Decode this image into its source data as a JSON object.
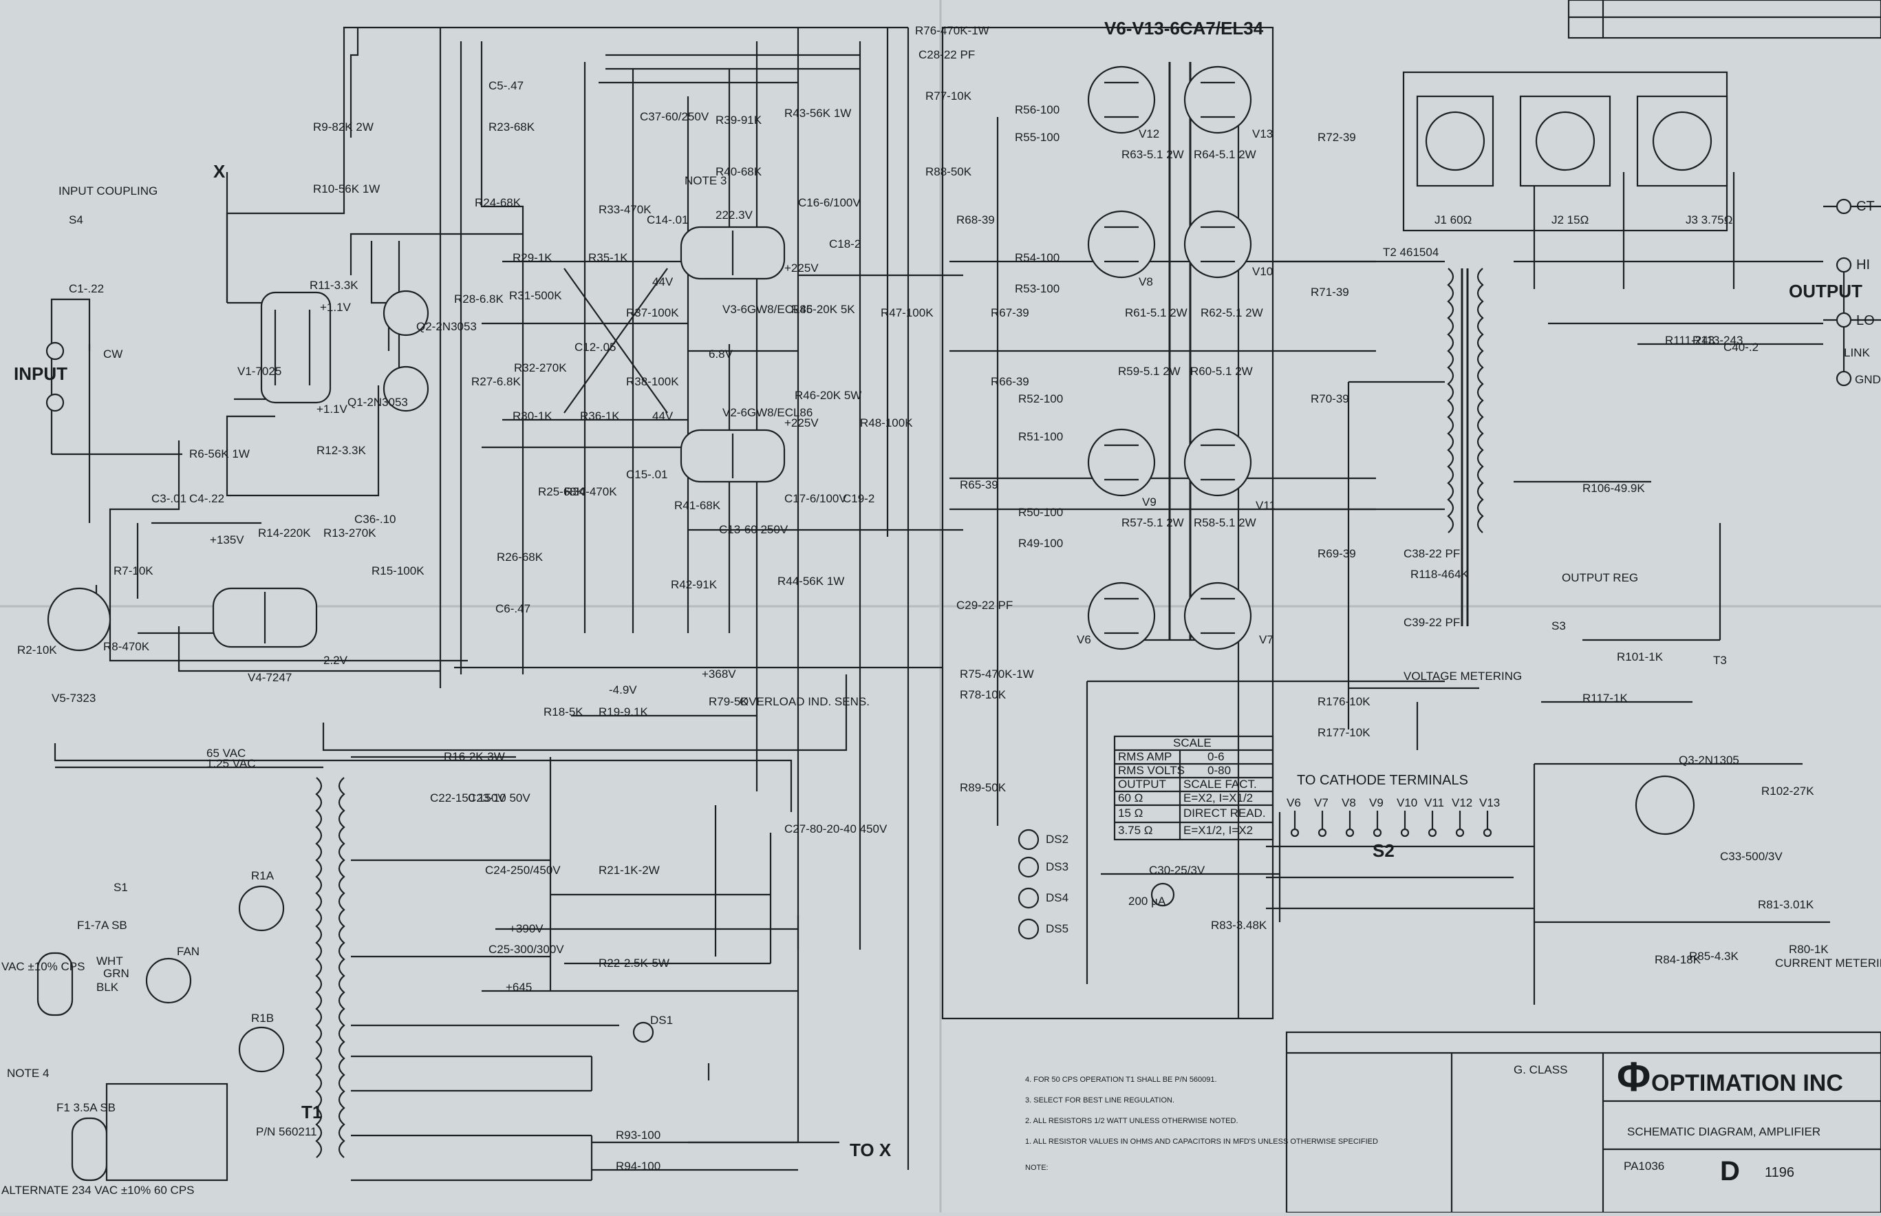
{
  "tube_bank_title": "V6-V13-6CA7/EL34",
  "components": [
    {
      "id": "V1",
      "ref": "V1",
      "value": "7025"
    },
    {
      "id": "V2",
      "ref": "V2",
      "value": "6GW8/ECL86"
    },
    {
      "id": "V3",
      "ref": "V3",
      "value": "6GW8/ECL86"
    },
    {
      "id": "V4",
      "ref": "V4",
      "value": "7247"
    },
    {
      "id": "V5",
      "ref": "V5",
      "value": "7323"
    },
    {
      "id": "V6",
      "ref": "V6",
      "value": ""
    },
    {
      "id": "V7",
      "ref": "V7",
      "value": ""
    },
    {
      "id": "V8",
      "ref": "V8",
      "value": ""
    },
    {
      "id": "V9",
      "ref": "V9",
      "value": ""
    },
    {
      "id": "V10",
      "ref": "V10",
      "value": ""
    },
    {
      "id": "V11",
      "ref": "V11",
      "value": ""
    },
    {
      "id": "V12",
      "ref": "V12",
      "value": ""
    },
    {
      "id": "V13",
      "ref": "V13",
      "value": ""
    },
    {
      "id": "Q1",
      "ref": "Q1",
      "value": "2N3053"
    },
    {
      "id": "Q2",
      "ref": "Q2",
      "value": "2N3053"
    },
    {
      "id": "Q3",
      "ref": "Q3",
      "value": "2N1305"
    },
    {
      "id": "R2",
      "ref": "R2",
      "value": "10K"
    },
    {
      "id": "R6",
      "ref": "R6",
      "value": "56K 1W"
    },
    {
      "id": "R7",
      "ref": "R7",
      "value": "10K"
    },
    {
      "id": "R8",
      "ref": "R8",
      "value": "470K"
    },
    {
      "id": "R9",
      "ref": "R9",
      "value": "82K 2W"
    },
    {
      "id": "R10",
      "ref": "R10",
      "value": "56K 1W"
    },
    {
      "id": "R11",
      "ref": "R11",
      "value": "3.3K"
    },
    {
      "id": "R12",
      "ref": "R12",
      "value": "3.3K"
    },
    {
      "id": "R14",
      "ref": "R14",
      "value": "220K"
    },
    {
      "id": "R13",
      "ref": "R13",
      "value": "270K"
    },
    {
      "id": "R15",
      "ref": "R15",
      "value": "100K"
    },
    {
      "id": "R16",
      "ref": "R16",
      "value": "2K-3W"
    },
    {
      "id": "R18",
      "ref": "R18",
      "value": "5K"
    },
    {
      "id": "R19",
      "ref": "R19",
      "value": "9.1K"
    },
    {
      "id": "R21",
      "ref": "R21",
      "value": "1K-2W"
    },
    {
      "id": "R22",
      "ref": "R22",
      "value": "2.5K-5W"
    },
    {
      "id": "R23",
      "ref": "R23",
      "value": "68K"
    },
    {
      "id": "R24",
      "ref": "R24",
      "value": "68K"
    },
    {
      "id": "R25",
      "ref": "R25",
      "value": "68K"
    },
    {
      "id": "R26",
      "ref": "R26",
      "value": "68K"
    },
    {
      "id": "R27",
      "ref": "R27",
      "value": "6.8K"
    },
    {
      "id": "R28",
      "ref": "R28",
      "value": "6.8K"
    },
    {
      "id": "R29",
      "ref": "R29",
      "value": "1K"
    },
    {
      "id": "R30",
      "ref": "R30",
      "value": "1K"
    },
    {
      "id": "R31",
      "ref": "R31",
      "value": "500K"
    },
    {
      "id": "R32",
      "ref": "R32",
      "value": "270K"
    },
    {
      "id": "R33",
      "ref": "R33",
      "value": "470K"
    },
    {
      "id": "R34",
      "ref": "R34",
      "value": "470K"
    },
    {
      "id": "R35",
      "ref": "R35",
      "value": "1K"
    },
    {
      "id": "R36",
      "ref": "R36",
      "value": "1K"
    },
    {
      "id": "R37",
      "ref": "R37",
      "value": "100K"
    },
    {
      "id": "R38",
      "ref": "R38",
      "value": "100K"
    },
    {
      "id": "R39",
      "ref": "R39",
      "value": "91K"
    },
    {
      "id": "R40",
      "ref": "R40",
      "value": "68K"
    },
    {
      "id": "R41",
      "ref": "R41",
      "value": "68K"
    },
    {
      "id": "R42",
      "ref": "R42",
      "value": "91K"
    },
    {
      "id": "R43",
      "ref": "R43",
      "value": "56K 1W"
    },
    {
      "id": "R44",
      "ref": "R44",
      "value": "56K 1W"
    },
    {
      "id": "R45",
      "ref": "R45",
      "value": "20K 5K"
    },
    {
      "id": "R46",
      "ref": "R46",
      "value": "20K 5W"
    },
    {
      "id": "R47",
      "ref": "R47",
      "value": "100K"
    },
    {
      "id": "R48",
      "ref": "R48",
      "value": "100K"
    },
    {
      "id": "R49",
      "ref": "R49",
      "value": "100"
    },
    {
      "id": "R50",
      "ref": "R50",
      "value": "100"
    },
    {
      "id": "R51",
      "ref": "R51",
      "value": "100"
    },
    {
      "id": "R52",
      "ref": "R52",
      "value": "100"
    },
    {
      "id": "R53",
      "ref": "R53",
      "value": "100"
    },
    {
      "id": "R54",
      "ref": "R54",
      "value": "100"
    },
    {
      "id": "R55",
      "ref": "R55",
      "value": "100"
    },
    {
      "id": "R56",
      "ref": "R56",
      "value": "100"
    },
    {
      "id": "R57",
      "ref": "R57",
      "value": "5.1 2W"
    },
    {
      "id": "R58",
      "ref": "R58",
      "value": "5.1 2W"
    },
    {
      "id": "R59",
      "ref": "R59",
      "value": "5.1 2W"
    },
    {
      "id": "R60",
      "ref": "R60",
      "value": "5.1 2W"
    },
    {
      "id": "R61",
      "ref": "R61",
      "value": "5.1 2W"
    },
    {
      "id": "R62",
      "ref": "R62",
      "value": "5.1 2W"
    },
    {
      "id": "R63",
      "ref": "R63",
      "value": "5.1 2W"
    },
    {
      "id": "R64",
      "ref": "R64",
      "value": "5.1 2W"
    },
    {
      "id": "R65",
      "ref": "R65",
      "value": "39"
    },
    {
      "id": "R66",
      "ref": "R66",
      "value": "39"
    },
    {
      "id": "R67",
      "ref": "R67",
      "value": "39"
    },
    {
      "id": "R68",
      "ref": "R68",
      "value": "39"
    },
    {
      "id": "R69",
      "ref": "R69",
      "value": "39"
    },
    {
      "id": "R70",
      "ref": "R70",
      "value": "39"
    },
    {
      "id": "R71",
      "ref": "R71",
      "value": "39"
    },
    {
      "id": "R72",
      "ref": "R72",
      "value": "39"
    },
    {
      "id": "R75",
      "ref": "R75",
      "value": "470K-1W"
    },
    {
      "id": "R76",
      "ref": "R76",
      "value": "470K-1W"
    },
    {
      "id": "R77",
      "ref": "R77",
      "value": "10K"
    },
    {
      "id": "R78",
      "ref": "R78",
      "value": "10K"
    },
    {
      "id": "R79",
      "ref": "R79",
      "value": "5K"
    },
    {
      "id": "R80",
      "ref": "R80",
      "value": "1K"
    },
    {
      "id": "R81",
      "ref": "R81",
      "value": "3.01K"
    },
    {
      "id": "R83",
      "ref": "R83",
      "value": "3.48K"
    },
    {
      "id": "R84",
      "ref": "R84",
      "value": "18K"
    },
    {
      "id": "R85",
      "ref": "R85",
      "value": "4.3K"
    },
    {
      "id": "R88",
      "ref": "R88",
      "value": "50K"
    },
    {
      "id": "R89",
      "ref": "R89",
      "value": "50K"
    },
    {
      "id": "R93",
      "ref": "R93",
      "value": "100"
    },
    {
      "id": "R94",
      "ref": "R94",
      "value": "100"
    },
    {
      "id": "R101",
      "ref": "R101",
      "value": "1K"
    },
    {
      "id": "R102",
      "ref": "R102",
      "value": "27K"
    },
    {
      "id": "R106",
      "ref": "R106",
      "value": "49.9K"
    },
    {
      "id": "R111",
      "ref": "R111",
      "value": "243"
    },
    {
      "id": "R113",
      "ref": "R113",
      "value": "243"
    },
    {
      "id": "R117",
      "ref": "R117",
      "value": "1K"
    },
    {
      "id": "R118",
      "ref": "R118",
      "value": "464K"
    },
    {
      "id": "R176",
      "ref": "R176",
      "value": "10K"
    },
    {
      "id": "R177",
      "ref": "R177",
      "value": "10K"
    },
    {
      "id": "C1",
      "ref": "C1",
      "value": ".22"
    },
    {
      "id": "C3",
      "ref": "C3",
      "value": ".01"
    },
    {
      "id": "C4",
      "ref": "C4",
      "value": ".22"
    },
    {
      "id": "C5",
      "ref": "C5",
      "value": ".47"
    },
    {
      "id": "C6",
      "ref": "C6",
      "value": ".47"
    },
    {
      "id": "C12",
      "ref": "C12",
      "value": ".05"
    },
    {
      "id": "C13",
      "ref": "C13",
      "value": "60 250V"
    },
    {
      "id": "C14",
      "ref": "C14",
      "value": ".01"
    },
    {
      "id": "C15",
      "ref": "C15",
      "value": ".01"
    },
    {
      "id": "C16",
      "ref": "C16",
      "value": "6/100V"
    },
    {
      "id": "C17",
      "ref": "C17",
      "value": "6/100V"
    },
    {
      "id": "C18",
      "ref": "C18",
      "value": "2"
    },
    {
      "id": "C19",
      "ref": "C19",
      "value": "2"
    },
    {
      "id": "C22",
      "ref": "C22",
      "value": "150 150V"
    },
    {
      "id": "C23",
      "ref": "C23",
      "value": "10 50V"
    },
    {
      "id": "C24",
      "ref": "C24",
      "value": "250/450V"
    },
    {
      "id": "C25",
      "ref": "C25",
      "value": "300/300V"
    },
    {
      "id": "C27",
      "ref": "C27",
      "value": "80-20-40 450V"
    },
    {
      "id": "C28",
      "ref": "C28",
      "value": "22 PF"
    },
    {
      "id": "C29",
      "ref": "C29",
      "value": "22 PF"
    },
    {
      "id": "C30",
      "ref": "C30",
      "value": "25/3V"
    },
    {
      "id": "C33",
      "ref": "C33",
      "value": "500/3V"
    },
    {
      "id": "C36",
      "ref": "C36",
      "value": ".10"
    },
    {
      "id": "C37",
      "ref": "C37",
      "value": "60/250V"
    },
    {
      "id": "C38",
      "ref": "C38",
      "value": "22 PF"
    },
    {
      "id": "C39",
      "ref": "C39",
      "value": "22 PF"
    },
    {
      "id": "C40",
      "ref": "C40",
      "value": ".2"
    }
  ],
  "voltages": [
    "+1.1V",
    "+1.1V",
    "222.3V",
    "+225V",
    "+225V",
    "44V",
    "44V",
    "6.8V",
    "+135V",
    "2.2V",
    "+368V",
    "-4.9V",
    "+390V",
    "+645",
    "65 VAC",
    "1.25 VAC"
  ],
  "labels": {
    "input": "INPUT",
    "input_coupling": "INPUT COUPLING",
    "s4": "S4",
    "cw": "CW",
    "x_label": "X",
    "to_x": "TO X",
    "output": "OUTPUT",
    "ct": "CT",
    "hi": "HI",
    "lo": "LO",
    "link": "LINK",
    "gnd": "GND",
    "overload": "OVERLOAD IND. SENS.",
    "voltage_metering": "VOLTAGE METERING",
    "to_cathode": "TO CATHODE TERMINALS",
    "current_metering": "CURRENT METERING ADJUST",
    "output_reg": "OUTPUT REG",
    "s2": "S2",
    "s3": "S3",
    "t1": "T1",
    "t1_part": "P/N 560211",
    "t2": "T2 461504",
    "t3": "T3",
    "fan": "FAN",
    "note4": "NOTE 4",
    "note3": "NOTE 3",
    "vac_main": "VAC ±10% CPS",
    "vac_alt": "ALTERNATE 234 VAC ±10% 60 CPS",
    "f1_7a": "F1-7A SB",
    "f1_35": "F1 3.5A SB",
    "s1": "S1",
    "wht": "WHT",
    "grn": "GRN",
    "blk": "BLK",
    "r1a": "R1A",
    "r1b": "R1B",
    "meter": "200 µA",
    "j1": "J1 60Ω",
    "j2": "J2 15Ω",
    "j3": "J3 3.75Ω"
  },
  "scale_table": {
    "title": "SCALE",
    "rows": [
      [
        "RMS AMP",
        "0-6"
      ],
      [
        "RMS VOLTS",
        "0-80"
      ],
      [
        "OUTPUT",
        "SCALE FACT."
      ],
      [
        "60 Ω",
        "E=X2, I=X1/2"
      ],
      [
        "15 Ω",
        "DIRECT READ."
      ],
      [
        "3.75 Ω",
        "E=X1/2, I=X2"
      ]
    ]
  },
  "cathode_terminals": [
    "V6",
    "V7",
    "V8",
    "V9",
    "V10",
    "V11",
    "V12",
    "V13"
  ],
  "indicators": [
    "DS1",
    "DS2",
    "DS3",
    "DS4",
    "DS5"
  ],
  "notes": [
    "4.  FOR 50 CPS OPERATION T1 SHALL BE P/N 560091.",
    "3.  SELECT FOR BEST LINE REGULATION.",
    "2.  ALL RESISTORS 1/2 WATT UNLESS OTHERWISE NOTED.",
    "1.  ALL RESISTOR VALUES IN OHMS AND CAPACITORS IN MFD'S UNLESS OTHERWISE SPECIFIED",
    "NOTE:"
  ],
  "title_block": {
    "company": "OPTIMATION INC",
    "drawing_title": "SCHEMATIC DIAGRAM, AMPLIFIER",
    "drawn_by": "G. CLASS",
    "part_no": "PA1036",
    "size": "D",
    "dwg_no": "1196"
  },
  "colors": {
    "paper": "#d2d7d9",
    "ink": "#1e2124"
  }
}
